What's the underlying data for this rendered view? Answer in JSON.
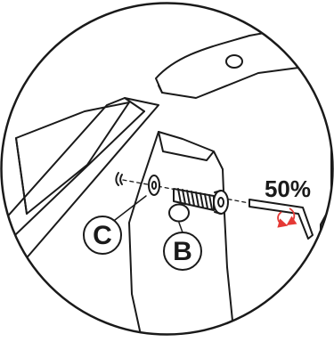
{
  "diagram": {
    "step_percent_label": "50%",
    "callouts": {
      "c": "C",
      "b": "B"
    },
    "icons": {
      "rotation": "rotate-arrows-icon",
      "tool": "allen-key-icon"
    },
    "colors": {
      "line": "#1a1a1a",
      "rotation_arrow": "#e53935",
      "background": "#ffffff"
    }
  }
}
